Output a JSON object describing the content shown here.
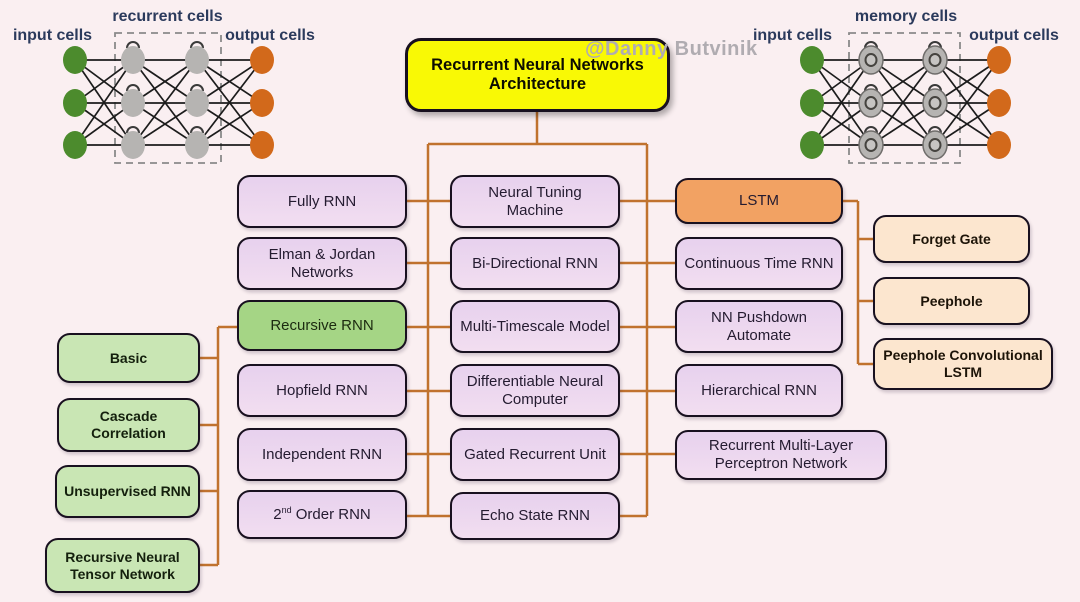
{
  "title": {
    "label": "Recurrent Neural Networks Architecture"
  },
  "watermark": "@Danny Butvinik",
  "networks": {
    "left": {
      "top_label": "recurrent cells",
      "left_label": "input cells",
      "right_label": "output cells"
    },
    "right": {
      "top_label": "memory cells",
      "left_label": "input cells",
      "right_label": "output cells"
    }
  },
  "nodes": {
    "left_column": [
      "Fully RNN",
      "Elman & Jordan Networks",
      "Recursive RNN",
      "Hopfield RNN",
      "Independent RNN"
    ],
    "second_order": {
      "pre": "2",
      "sup": "nd",
      "post": " Order RNN"
    },
    "center_column": [
      "Neural Tuning Machine",
      "Bi-Directional RNN",
      "Multi-Timescale Model",
      "Differentiable Neural Computer",
      "Gated Recurrent Unit",
      "Echo State RNN"
    ],
    "right_column": [
      "LSTM",
      "Continuous Time RNN",
      "NN Pushdown Automate",
      "Hierarchical RNN",
      "Recurrent Multi-Layer Perceptron Network"
    ],
    "far_left_column": [
      "Basic",
      "Cascade Correlation",
      "Unsupervised RNN",
      "Recursive Neural Tensor Network"
    ],
    "far_right_column": [
      "Forget Gate",
      "Peephole",
      "Peephole Convolutional LSTM"
    ]
  },
  "colors": {
    "background": "#faeff1",
    "connector_orange": "#c0722e",
    "title_yellow": "#f9f905",
    "lavender_box": "#e7d1ee",
    "light_green_box": "#c9e6b4",
    "mid_green_box": "#a5d585",
    "lstm_orange_box": "#f2a263",
    "peach_box": "#fce6cf",
    "input_cell_green": "#4c8b2d",
    "hidden_cell_gray": "#b6b4b2",
    "output_cell_orange": "#d2691b",
    "network_label_navy": "#2b3a5c",
    "watermark_gray": "#b0acb1"
  }
}
